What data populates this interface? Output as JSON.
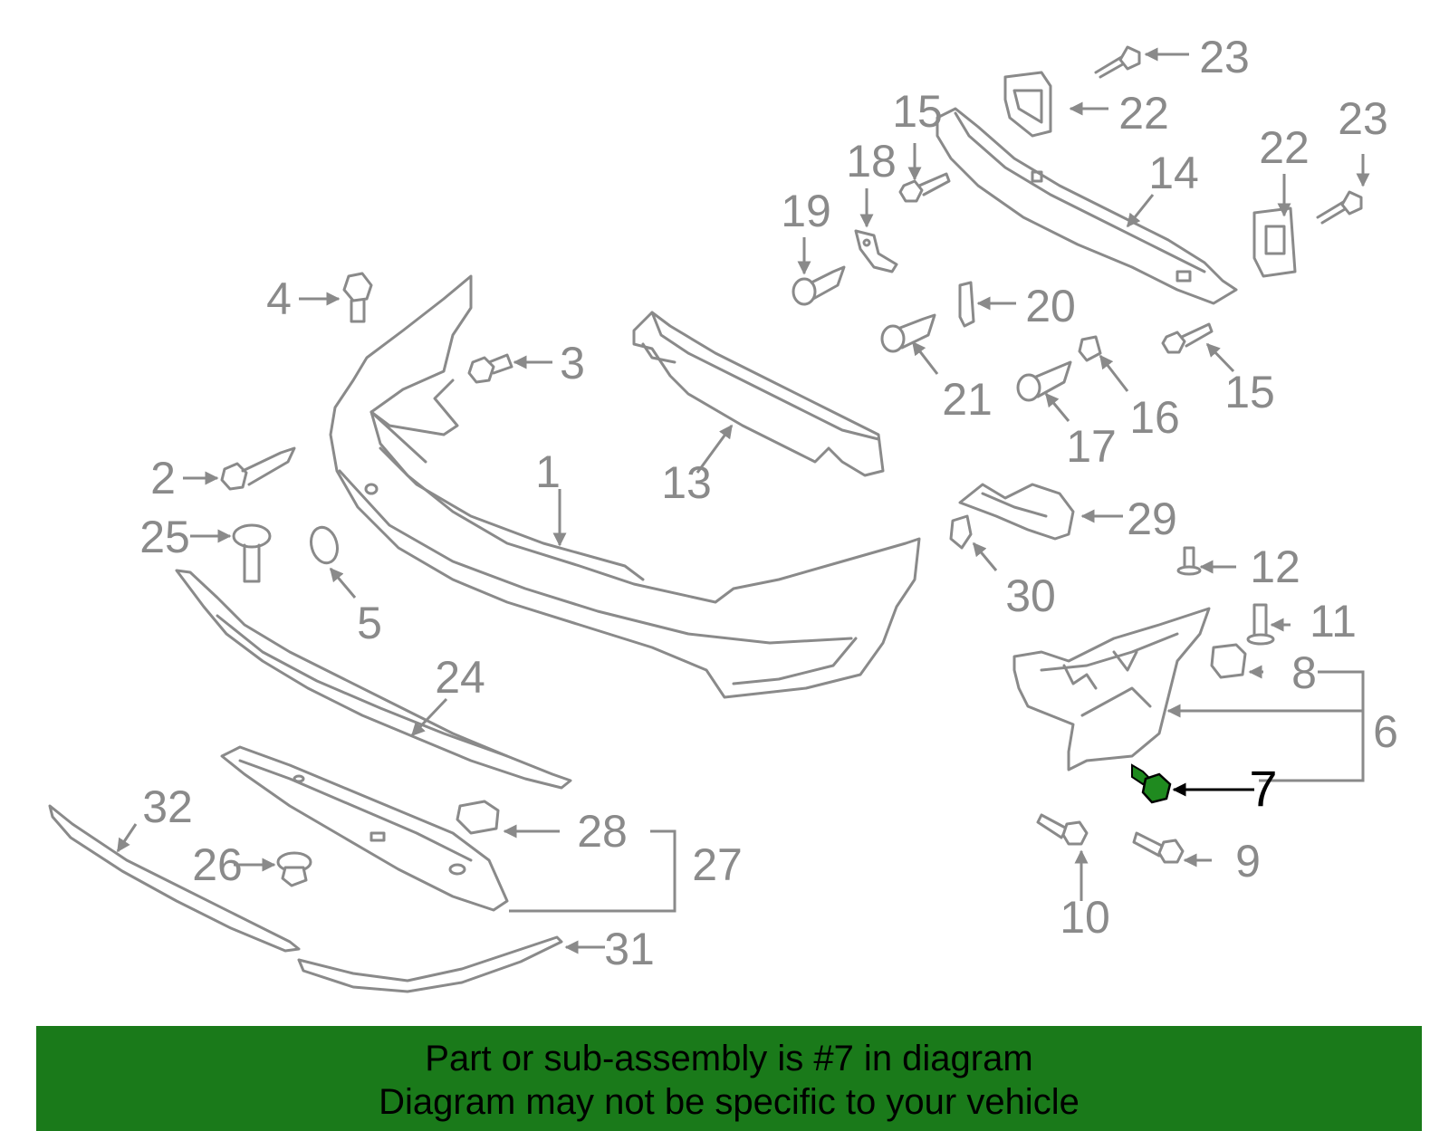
{
  "diagram": {
    "callouts": [
      {
        "id": "1",
        "label": "1"
      },
      {
        "id": "2",
        "label": "2"
      },
      {
        "id": "3",
        "label": "3"
      },
      {
        "id": "4",
        "label": "4"
      },
      {
        "id": "5",
        "label": "5"
      },
      {
        "id": "6",
        "label": "6"
      },
      {
        "id": "7",
        "label": "7"
      },
      {
        "id": "8",
        "label": "8"
      },
      {
        "id": "9",
        "label": "9"
      },
      {
        "id": "10",
        "label": "10"
      },
      {
        "id": "11",
        "label": "11"
      },
      {
        "id": "12",
        "label": "12"
      },
      {
        "id": "13",
        "label": "13"
      },
      {
        "id": "14",
        "label": "14"
      },
      {
        "id": "15a",
        "label": "15"
      },
      {
        "id": "15b",
        "label": "15"
      },
      {
        "id": "16",
        "label": "16"
      },
      {
        "id": "17",
        "label": "17"
      },
      {
        "id": "18",
        "label": "18"
      },
      {
        "id": "19",
        "label": "19"
      },
      {
        "id": "20",
        "label": "20"
      },
      {
        "id": "21",
        "label": "21"
      },
      {
        "id": "22a",
        "label": "22"
      },
      {
        "id": "22b",
        "label": "22"
      },
      {
        "id": "23a",
        "label": "23"
      },
      {
        "id": "23b",
        "label": "23"
      },
      {
        "id": "24",
        "label": "24"
      },
      {
        "id": "25",
        "label": "25"
      },
      {
        "id": "26",
        "label": "26"
      },
      {
        "id": "27",
        "label": "27"
      },
      {
        "id": "28",
        "label": "28"
      },
      {
        "id": "29",
        "label": "29"
      },
      {
        "id": "30",
        "label": "30"
      },
      {
        "id": "31",
        "label": "31"
      },
      {
        "id": "32",
        "label": "32"
      }
    ],
    "highlighted_part": "7",
    "colors": {
      "part_line": "#8a8a8a",
      "highlight_part": "#1f8a1f",
      "banner_bg": "#1a7a1a"
    }
  },
  "banner": {
    "line1": "Part or sub-assembly is #7 in diagram",
    "line2": "Diagram may not be specific to your vehicle"
  }
}
